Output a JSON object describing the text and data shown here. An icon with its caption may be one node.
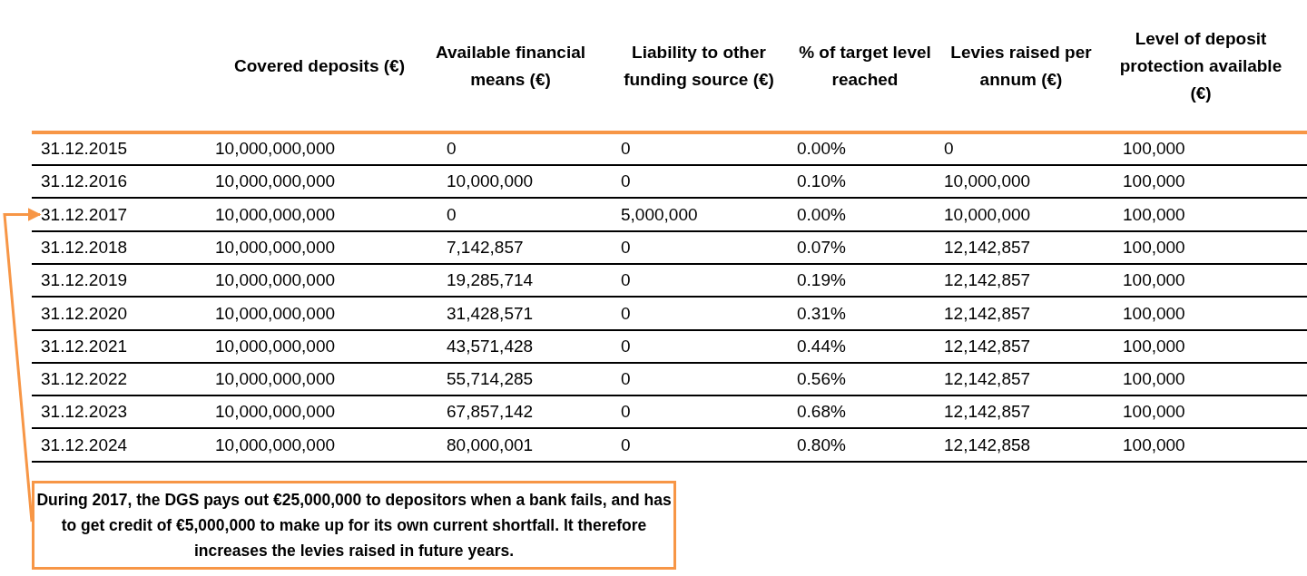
{
  "diagram": {
    "nodes": [
      {
        "text": [
          "During 2017, the DGS pays out €25,000,000 to depositors when a bank fails, and has to get credit of €5,000,000 to make up for its own current shortfall. It therefore increases the levies raised in future years."
        ]
      },
      {
        "text": [
          "31.12.2017"
        ]
      }
    ],
    "edges": [
      {
        "from": 0,
        "to": 1,
        "arrow": "to"
      }
    ],
    "labels": [
      "Covered deposits (€)",
      "Available financial means (€)",
      "Liability to other funding source (€)",
      "% of target level reached",
      "Levies raised per annum (€)",
      "Level of deposit protection available (€)",
      "31.12.2015",
      "10,000,000,000",
      "0",
      "0",
      "0.00%",
      "0",
      "100,000",
      "31.12.2016",
      "10,000,000,000",
      "10,000,000",
      "0",
      "0.10%",
      "10,000,000",
      "100,000",
      "10,000,000,000",
      "0",
      "5,000,000",
      "0.00%",
      "10,000,000",
      "100,000",
      "31.12.2018",
      "10,000,000,000",
      "7,142,857",
      "0",
      "0.07%",
      "12,142,857",
      "100,000",
      "31.12.2019",
      "10,000,000,000",
      "19,285,714",
      "0",
      "0.19%",
      "12,142,857",
      "100,000",
      "31.12.2020",
      "10,000,000,000",
      "31,428,571",
      "0",
      "0.31%",
      "12,142,857",
      "100,000",
      "31.12.2021",
      "10,000,000,000",
      "43,571,428",
      "0",
      "0.44%",
      "12,142,857",
      "100,000",
      "31.12.2022",
      "10,000,000,000",
      "55,714,285",
      "0",
      "0.56%",
      "12,142,857",
      "100,000",
      "31.12.2023",
      "10,000,000,000",
      "67,857,142",
      "0",
      "0.68%",
      "12,142,857",
      "100,000",
      "31.12.2024",
      "10,000,000,000",
      "80,000,001",
      "0",
      "0.80%",
      "12,142,858",
      "100,000"
    ]
  }
}
